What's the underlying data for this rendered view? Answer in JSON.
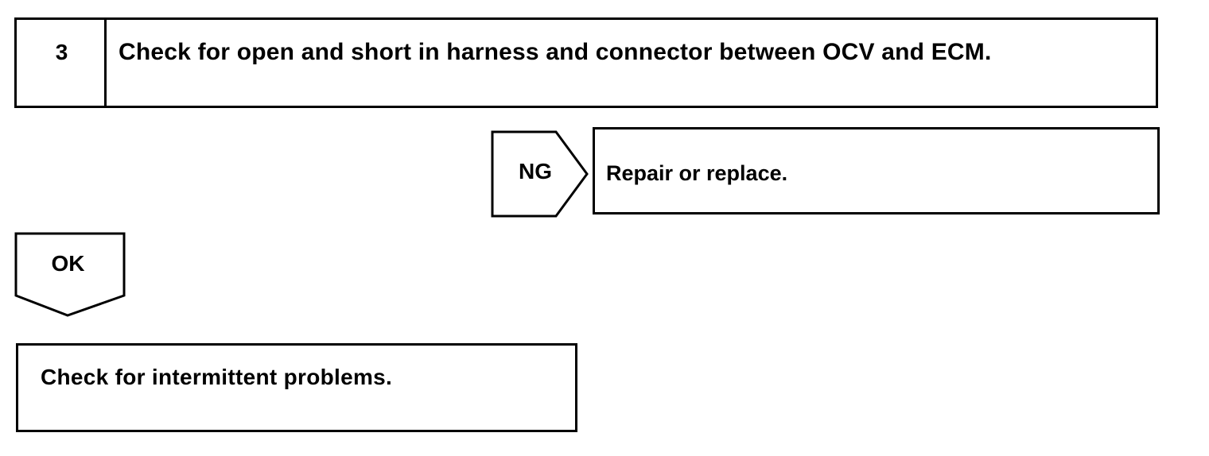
{
  "step": {
    "number": "3",
    "title": "Check for open and short in harness and connector between OCV and ECM."
  },
  "ng_branch": {
    "label": "NG",
    "action": "Repair or replace."
  },
  "ok_branch": {
    "label": "OK",
    "action": "Check for intermittent problems."
  }
}
